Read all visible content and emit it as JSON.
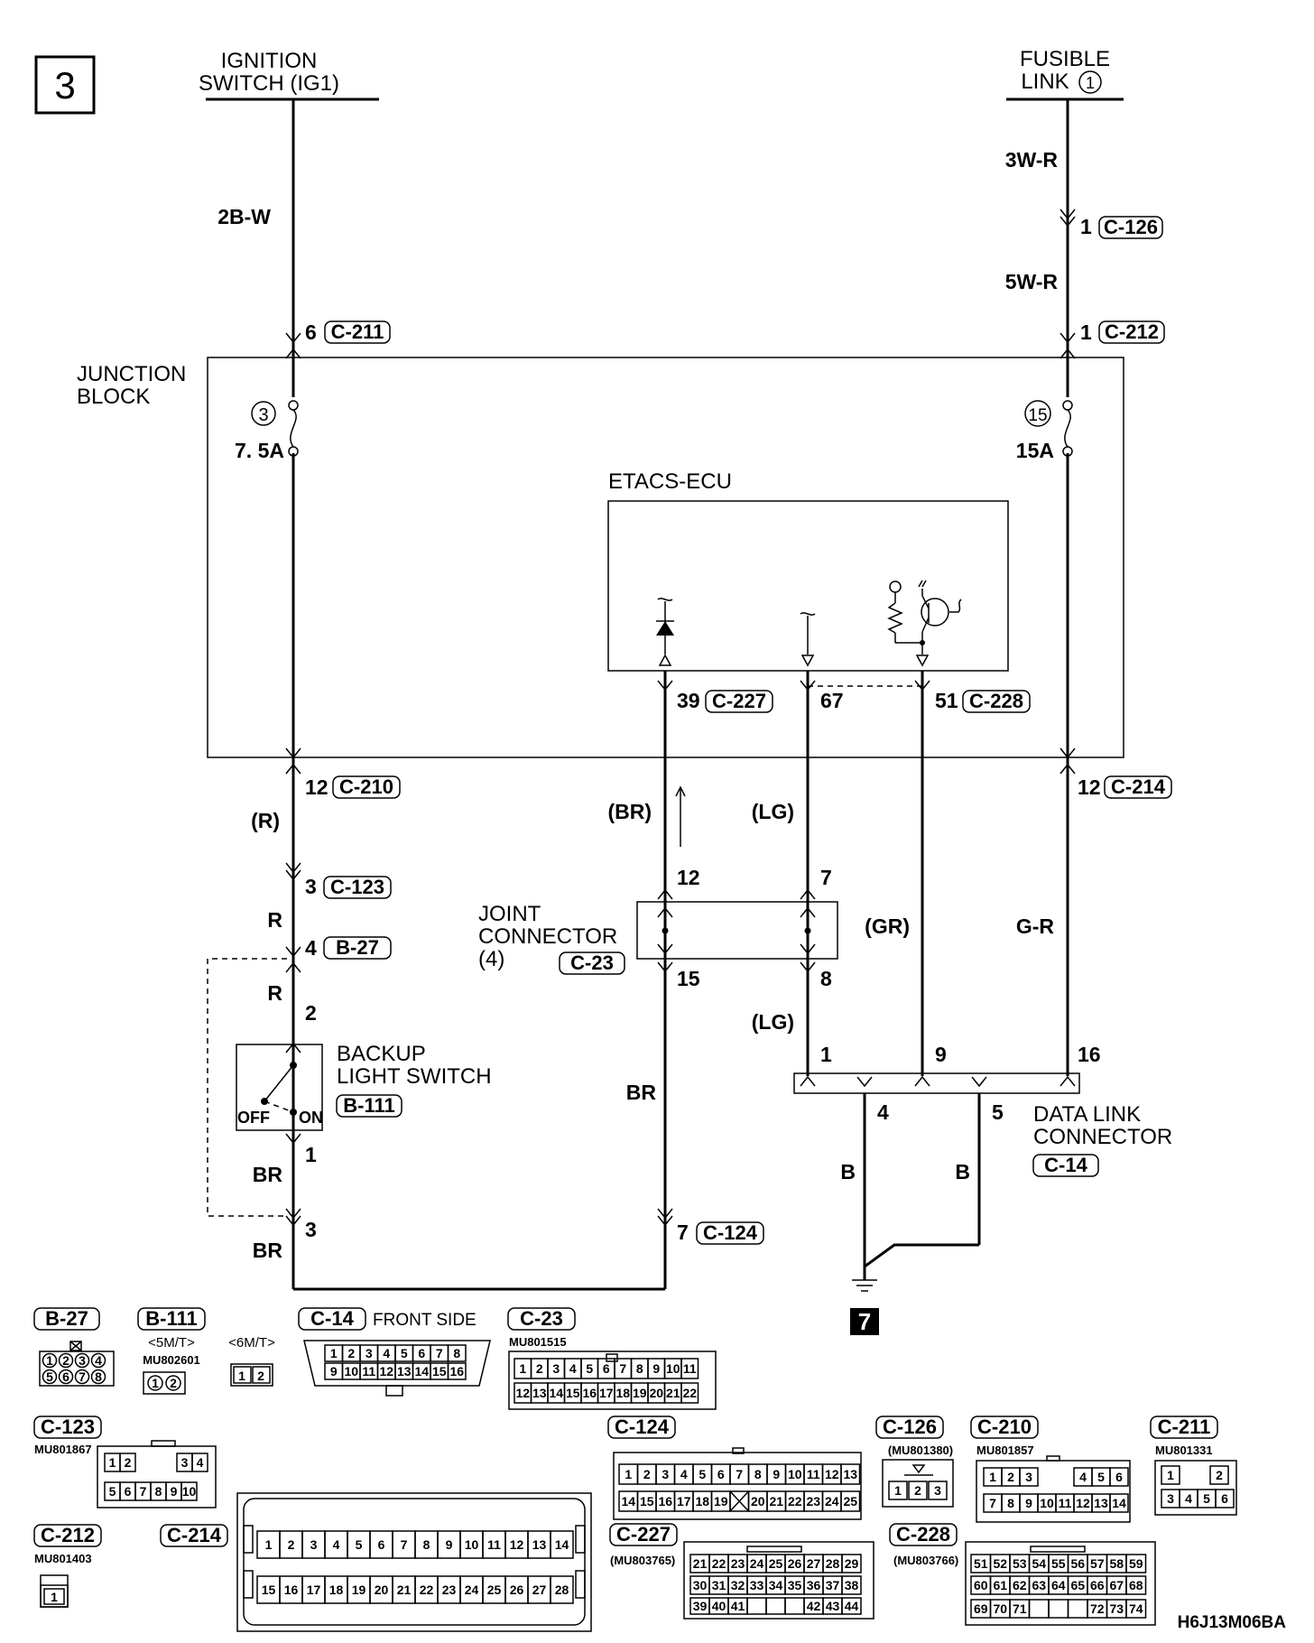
{
  "page_number": "3",
  "sources": {
    "ignition_line1": "IGNITION",
    "ignition_line2": "SWITCH (IG1)",
    "fusible_line1": "FUSIBLE",
    "fusible_line2": "LINK",
    "fusible_num": "1"
  },
  "wires": {
    "ig_feed": "2B-W",
    "fl_feed1": "3W-R",
    "fl_feed2": "5W-R",
    "r_paren": "(R)",
    "r1": "R",
    "r2": "R",
    "br1": "BR",
    "br2": "BR",
    "br_paren": "(BR)",
    "lg_paren1": "(LG)",
    "lg_paren2": "(LG)",
    "br_mid": "BR",
    "gr_paren": "(GR)",
    "g_r": "G-R",
    "b1": "B",
    "b2": "B"
  },
  "pins": {
    "p6": "6",
    "p1a": "1",
    "p1b": "1",
    "p12a": "12",
    "p12b": "12",
    "p3a": "3",
    "p4": "4",
    "p2": "2",
    "p1c": "1",
    "p3b": "3",
    "p39": "39",
    "p67": "67",
    "p51": "51",
    "p12c": "12",
    "p7a": "7",
    "p15": "15",
    "p8": "8",
    "p7b": "7",
    "dl1": "1",
    "dl9": "9",
    "dl16": "16",
    "dl4": "4",
    "dl5": "5"
  },
  "tags": {
    "c211": "C-211",
    "c126": "C-126",
    "c212": "C-212",
    "c210": "C-210",
    "c214": "C-214",
    "c123": "C-123",
    "b27": "B-27",
    "b111": "B-111",
    "c227": "C-227",
    "c228": "C-228",
    "c23": "C-23",
    "c124": "C-124",
    "c14": "C-14"
  },
  "junction_block": {
    "line1": "JUNCTION",
    "line2": "BLOCK"
  },
  "fuses": {
    "f3_num": "3",
    "f3_rating": "7. 5A",
    "f15_num": "15",
    "f15_rating": "15A"
  },
  "ecu_label": "ETACS-ECU",
  "joint_connector": {
    "line1": "JOINT",
    "line2": "CONNECTOR",
    "line3": "(4)"
  },
  "backup_switch": {
    "line1": "BACKUP",
    "line2": "LIGHT SWITCH",
    "off": "OFF",
    "on": "ON"
  },
  "data_link": {
    "line1": "DATA LINK",
    "line2": "CONNECTOR"
  },
  "ground_ref": "7",
  "diagram_code": "H6J13M06BA",
  "legend": {
    "b27": "B-27",
    "b111": "B-111",
    "b111_5mt": "<5M/T>",
    "b111_6mt": "<6M/T>",
    "b111_part": "MU802601",
    "c14": "C-14",
    "c14_note": "FRONT SIDE",
    "c23": "C-23",
    "c23_part": "MU801515",
    "c123": "C-123",
    "c123_part": "MU801867",
    "c124": "C-124",
    "c126": "C-126",
    "c126_part": "(MU801380)",
    "c210": "C-210",
    "c210_part": "MU801857",
    "c211": "C-211",
    "c211_part": "MU801331",
    "c212": "C-212",
    "c212_part": "MU801403",
    "c214": "C-214",
    "c227": "C-227",
    "c227_part": "(MU803765)",
    "c228": "C-228",
    "c228_part": "(MU803766)"
  }
}
